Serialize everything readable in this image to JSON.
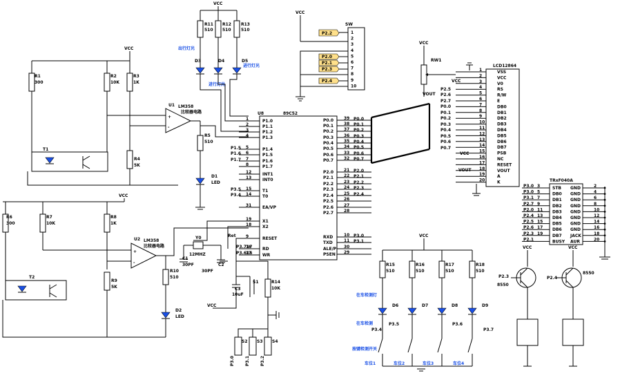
{
  "power": {
    "vcc": "VCC"
  },
  "mcu": {
    "ref": "U8",
    "part": "89C52",
    "left_pins": [
      {
        "n": "1",
        "name": "P1.0"
      },
      {
        "n": "2",
        "name": "P1.1"
      },
      {
        "n": "3",
        "name": "P1.2"
      },
      {
        "n": "4",
        "name": "P1.3"
      },
      {
        "n": "5",
        "name": "P1.4"
      },
      {
        "n": "6",
        "name": "P1.5"
      },
      {
        "n": "7",
        "name": "P1.6"
      },
      {
        "n": "8",
        "name": "P1.7"
      },
      {
        "n": "12",
        "name": "INT1"
      },
      {
        "n": "13",
        "name": "INT0"
      },
      {
        "n": "15",
        "name": "T1"
      },
      {
        "n": "14",
        "name": "T0"
      },
      {
        "n": "31",
        "name": "EA/VP"
      },
      {
        "n": "19",
        "name": "X1"
      },
      {
        "n": "18",
        "name": "X2"
      },
      {
        "n": "9",
        "name": "RESET"
      },
      {
        "n": "16",
        "name": "RD"
      },
      {
        "n": "17",
        "name": "WR"
      }
    ],
    "right_pins": [
      {
        "n": "39",
        "name": "P0.0"
      },
      {
        "n": "38",
        "name": "P0.1"
      },
      {
        "n": "37",
        "name": "P0.2"
      },
      {
        "n": "36",
        "name": "P0.3"
      },
      {
        "n": "35",
        "name": "P0.4"
      },
      {
        "n": "34",
        "name": "P0.5"
      },
      {
        "n": "33",
        "name": "P0.6"
      },
      {
        "n": "32",
        "name": "P0.7"
      },
      {
        "n": "21",
        "name": "P2.0"
      },
      {
        "n": "22",
        "name": "P2.1"
      },
      {
        "n": "23",
        "name": "P2.2"
      },
      {
        "n": "24",
        "name": "P2.3"
      },
      {
        "n": "25",
        "name": "P2.4"
      },
      {
        "n": "26",
        "name": "P2.5"
      },
      {
        "n": "27",
        "name": "P2.6"
      },
      {
        "n": "28",
        "name": "P2.7"
      },
      {
        "n": "10",
        "name": "RXD"
      },
      {
        "n": "11",
        "name": "TXD"
      },
      {
        "n": "30",
        "name": "ALE/P"
      },
      {
        "n": "29",
        "name": "PSEN"
      }
    ],
    "net_left": [
      "P1.5",
      "P1.6",
      "P1.7",
      "P3.5",
      "P3.4",
      "Ret",
      "P3.717",
      "P3.616"
    ],
    "net_right": [
      "P0.0",
      "P0.1",
      "P0.2",
      "P0.3",
      "P0.4",
      "P0.5",
      "P0.6",
      "P0.7",
      "P2.0",
      "P2.1",
      "P2.2",
      "P2.3",
      "P2.4",
      "P3.0",
      "P3.1"
    ]
  },
  "lcd": {
    "ref": "LCD12864",
    "pins": [
      {
        "n": "1",
        "name": "VSS"
      },
      {
        "n": "2",
        "name": "VCC"
      },
      {
        "n": "3",
        "name": "V0"
      },
      {
        "n": "4",
        "name": "RS"
      },
      {
        "n": "5",
        "name": "R/W"
      },
      {
        "n": "6",
        "name": "E"
      },
      {
        "n": "7",
        "name": "DB0"
      },
      {
        "n": "8",
        "name": "DB1"
      },
      {
        "n": "9",
        "name": "DB2"
      },
      {
        "n": "10",
        "name": "DB3"
      },
      {
        "n": "11",
        "name": "DB4"
      },
      {
        "n": "12",
        "name": "DB5"
      },
      {
        "n": "13",
        "name": "DB6"
      },
      {
        "n": "14",
        "name": "DB7"
      },
      {
        "n": "15",
        "name": "PSB"
      },
      {
        "n": "16",
        "name": "NC"
      },
      {
        "n": "17",
        "name": "RESET"
      },
      {
        "n": "18",
        "name": "VOUT"
      },
      {
        "n": "19",
        "name": "A"
      },
      {
        "n": "20",
        "name": "K"
      }
    ],
    "nets": [
      "P2.5",
      "P2.6",
      "P2.7",
      "P0.0",
      "P0.1",
      "P0.2",
      "P0.3",
      "P0.4",
      "P0.5",
      "P0.6",
      "P0.7"
    ],
    "vcc_label": "VCC",
    "vout_label": "VOUT"
  },
  "pot": {
    "ref": "RW1",
    "label": "VOUT"
  },
  "sw": {
    "ref": "SW",
    "pins": [
      "1",
      "2",
      "3",
      "4",
      "5",
      "6",
      "7",
      "8",
      "9",
      "10"
    ],
    "tags": [
      "P2.2",
      "P2.0",
      "P2.1",
      "P2.3",
      "P2.4"
    ]
  },
  "voice": {
    "ref": "TRxF040A",
    "left": [
      {
        "net": "P3.0",
        "n": "3",
        "name": "STB"
      },
      {
        "net": "P3.0",
        "n": "5",
        "name": "DB0"
      },
      {
        "net": "P3.1",
        "n": "7",
        "name": "DB1"
      },
      {
        "net": "P2.7",
        "n": "9",
        "name": "DB2"
      },
      {
        "net": "P2.0",
        "n": "11",
        "name": "DB3"
      },
      {
        "net": "P2.4",
        "n": "13",
        "name": "DB4"
      },
      {
        "net": "P2.5",
        "n": "15",
        "name": "DB5"
      },
      {
        "net": "P2.6",
        "n": "17",
        "name": "DB6"
      },
      {
        "net": "P2.3",
        "n": "19",
        "name": "DB7"
      },
      {
        "net": "P2.1",
        "n": "",
        "name": "BUSY"
      }
    ],
    "right": [
      {
        "name": "GND",
        "n": "2"
      },
      {
        "name": "GND",
        "n": "4"
      },
      {
        "name": "GND",
        "n": "6"
      },
      {
        "name": "GND",
        "n": "8"
      },
      {
        "name": "GND",
        "n": "10"
      },
      {
        "name": "GND",
        "n": "12"
      },
      {
        "name": "GND",
        "n": "14"
      },
      {
        "name": "GND",
        "n": "16"
      },
      {
        "name": "JACK",
        "n": "18"
      },
      {
        "name": "AUR",
        "n": "20"
      }
    ]
  },
  "parts": {
    "r11": "R11",
    "r12": "R12",
    "r13": "R13",
    "r_val": "510",
    "d3": "D3",
    "d4": "D4",
    "d5": "D5",
    "d3_text": "出行灯光",
    "d5_text": "进行灯光",
    "d4_text": "进行灯光",
    "r1": "R1",
    "r1_val": "300",
    "r2": "R2",
    "r2_val": "10K",
    "r3": "R3",
    "r3_val": "1K",
    "u1": "U1",
    "u1_text": "LM358",
    "u1_sub": "比较器电路",
    "r4": "R4",
    "r4_val": "5K",
    "r5": "R5",
    "r5_val": "510",
    "d1": "D1",
    "d1_val": "LED",
    "t1": "T1",
    "r6": "R6",
    "r6_val": "300",
    "r7": "R7",
    "r7_val": "10K",
    "r8": "R8",
    "r8_val": "1K",
    "u2": "U2",
    "u2_text": "LM358",
    "u2_sub": "比较器电路",
    "r9": "R9",
    "r9_val": "5K",
    "r10": "R10",
    "r10_val": "510",
    "d2": "D2",
    "d2_val": "LED",
    "t2": "T2",
    "y0": "Y0",
    "y0_val": "12MHZ",
    "c1": "C1",
    "c1_val": "30PF",
    "c2": "C2",
    "c2_val": "30PF",
    "c3": "C3",
    "c3_val": "10uF",
    "s1": "S1",
    "r14": "R14",
    "r14_val": "10K",
    "s2": "S2",
    "s3": "S3",
    "s4": "S4",
    "key_nets": [
      "P3.0",
      "P3.1",
      "P3.2"
    ],
    "r15": "R15",
    "r16": "R16",
    "r17": "R17",
    "r18": "R18",
    "d6": "D6",
    "d7": "D7",
    "d8": "D8",
    "d9": "D9",
    "d_nets": [
      "P3.4",
      "P3.5",
      "P3.6",
      "P3.7"
    ],
    "led_text1": "在车检测灯",
    "led_text2": "在车检测",
    "bottom_text": "按键检测开关",
    "car_labels": [
      "车位1",
      "车位2",
      "车位3",
      "车位4"
    ],
    "q_left_net": "P2.3",
    "q_left": "8550",
    "q_right_net": "P2.4",
    "q_right": "8550"
  }
}
